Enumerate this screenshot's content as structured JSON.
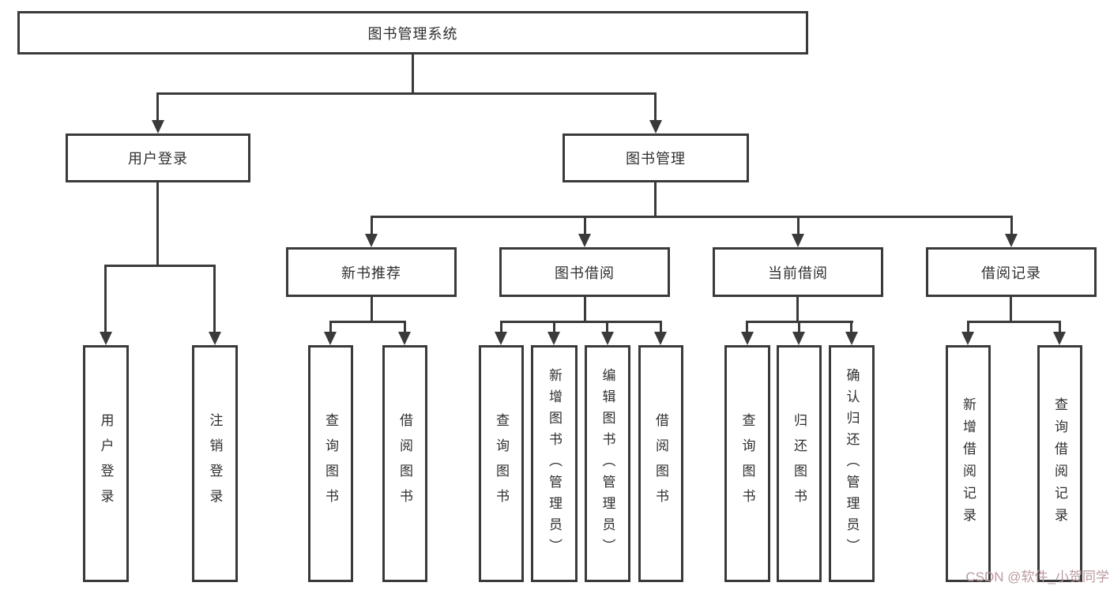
{
  "diagram": {
    "root": {
      "label": "图书管理系统",
      "children": [
        {
          "label": "用户登录",
          "children": [
            {
              "label": "用户登录"
            },
            {
              "label": "注销登录"
            }
          ]
        },
        {
          "label": "图书管理",
          "children": [
            {
              "label": "新书推荐",
              "children": [
                {
                  "label": "查询图书"
                },
                {
                  "label": "借阅图书"
                }
              ]
            },
            {
              "label": "图书借阅",
              "children": [
                {
                  "label": "查询图书"
                },
                {
                  "label": "新增图书（管理员）"
                },
                {
                  "label": "编辑图书（管理员）"
                },
                {
                  "label": "借阅图书"
                }
              ]
            },
            {
              "label": "当前借阅",
              "children": [
                {
                  "label": "查询图书"
                },
                {
                  "label": "归还图书"
                },
                {
                  "label": "确认归还（管理员）"
                }
              ]
            },
            {
              "label": "借阅记录",
              "children": [
                {
                  "label": "新增借阅记录"
                },
                {
                  "label": "查询借阅记录"
                }
              ]
            }
          ]
        }
      ]
    }
  },
  "watermark": {
    "text": "CSDN @软件_小贺同学"
  },
  "colors": {
    "line": "#3a3a3a",
    "box_border": "#3a3a3a",
    "background": "#ffffff",
    "text": "#2f2f2f",
    "watermark": "#b99a9e"
  }
}
